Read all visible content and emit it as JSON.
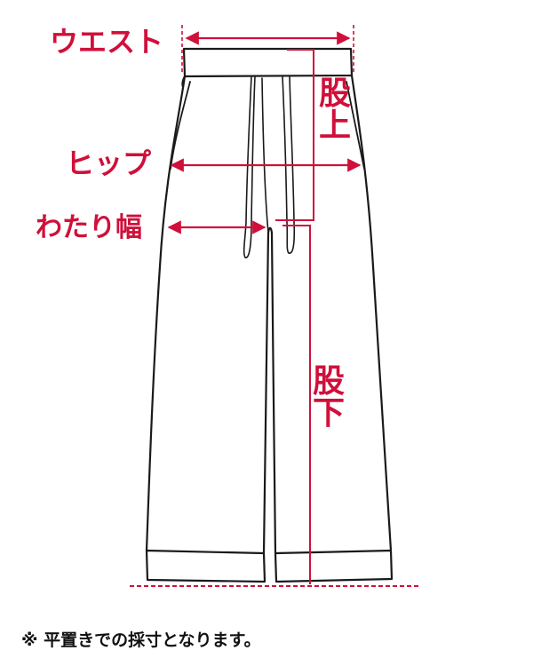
{
  "labels": {
    "waist": "ウエスト",
    "hip": "ヒップ",
    "thigh": "わたり幅",
    "rise": "股上",
    "inseam": "股下"
  },
  "note": "※ 平置きでの採寸となります。",
  "colors": {
    "accent": "#d0103a",
    "outline": "#1a1a1a"
  }
}
